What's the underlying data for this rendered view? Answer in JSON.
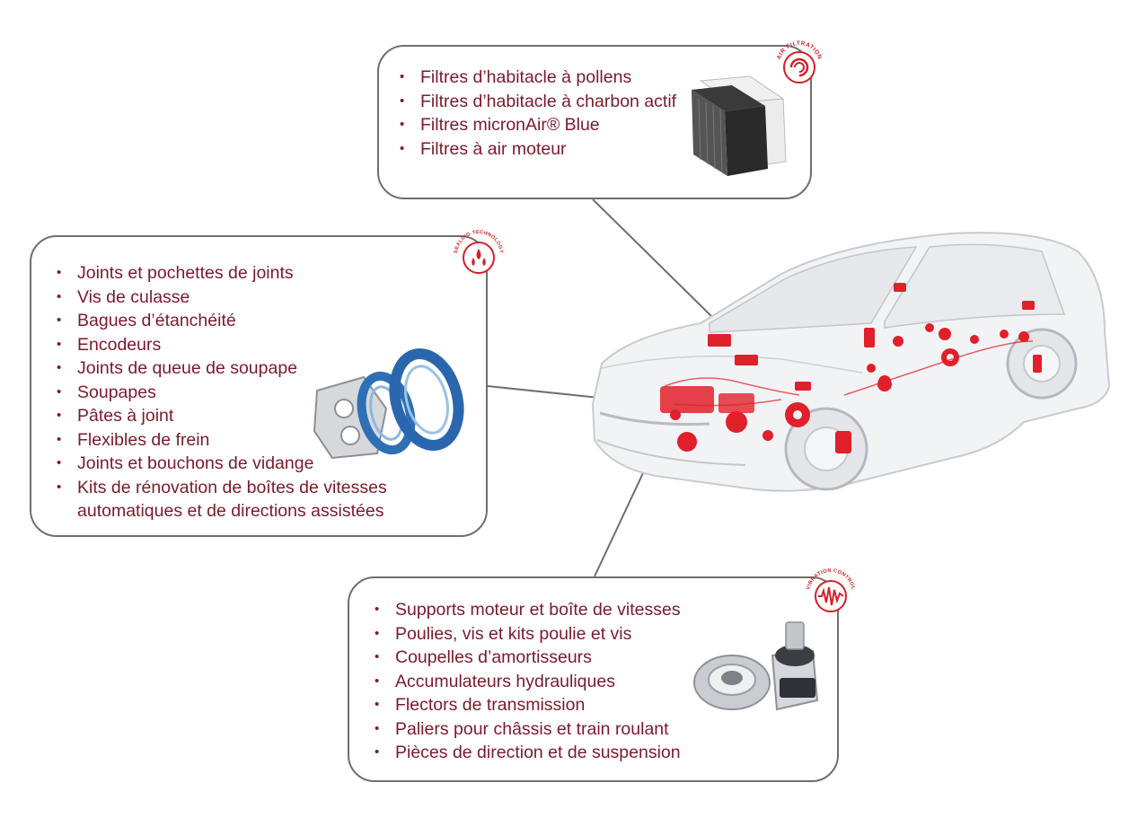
{
  "air_filtration": {
    "badge_text": "AIR FILTRATION",
    "items": [
      "Filtres d’habitacle à pollens",
      "Filtres d’habitacle à charbon actif",
      "Filtres micronAir® Blue",
      "Filtres à air moteur"
    ]
  },
  "sealing_technology": {
    "badge_text": "SEALING TECHNOLOGY",
    "items": [
      "Joints et pochettes de joints",
      "Vis de culasse",
      "Bagues d’étanchéité",
      "Encodeurs",
      "Joints de queue de soupape",
      "Soupapes",
      "Pâtes à joint",
      "Flexibles de frein",
      "Joints et bouchons de vidange",
      "Kits de rénovation de boîtes de vitesses automatiques et de directions assistées"
    ]
  },
  "vibration_control": {
    "badge_text": "VIBRATION CONTROL",
    "items": [
      "Supports moteur et boîte de vitesses",
      "Poulies, vis et kits poulie et vis",
      "Coupelles d’amortisseurs",
      "Accumulateurs hydrauliques",
      "Flectors de transmission",
      "Paliers pour châssis et train roulant",
      "Pièces de direction et de suspension"
    ]
  },
  "colors": {
    "accent": "#7b1a2b",
    "badge_red": "#d42027",
    "border": "#6f6f6f",
    "part_red": "#e0202a"
  }
}
